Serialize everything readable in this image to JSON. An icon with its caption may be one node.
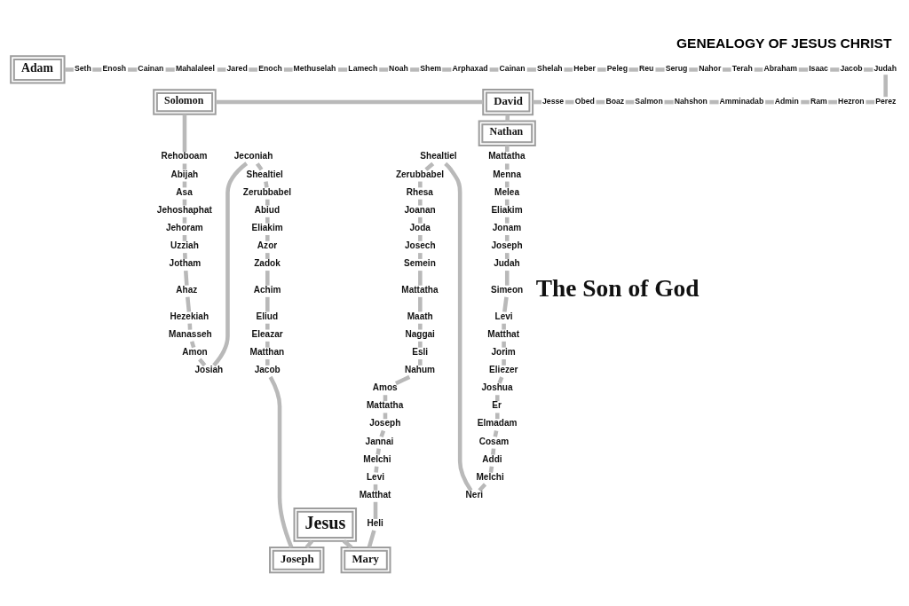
{
  "diagram": {
    "title": "GENEALOGY OF JESUS CHRIST",
    "nodes": [
      {
        "text": [
          "Adam"
        ]
      },
      {
        "text": [
          "Seth"
        ]
      },
      {
        "text": [
          "Enosh"
        ]
      },
      {
        "text": [
          "Cainan"
        ]
      },
      {
        "text": [
          "Mahalaleel"
        ]
      },
      {
        "text": [
          "Jared"
        ]
      },
      {
        "text": [
          "Enoch"
        ]
      },
      {
        "text": [
          "Methuselah"
        ]
      },
      {
        "text": [
          "Lamech"
        ]
      },
      {
        "text": [
          "Noah"
        ]
      },
      {
        "text": [
          "Shem"
        ]
      },
      {
        "text": [
          "Arphaxad"
        ]
      },
      {
        "text": [
          "Cainan"
        ]
      },
      {
        "text": [
          "Shelah"
        ]
      },
      {
        "text": [
          "Heber"
        ]
      },
      {
        "text": [
          "Peleg"
        ]
      },
      {
        "text": [
          "Reu"
        ]
      },
      {
        "text": [
          "Serug"
        ]
      },
      {
        "text": [
          "Nahor"
        ]
      },
      {
        "text": [
          "Terah"
        ]
      },
      {
        "text": [
          "Abraham"
        ]
      },
      {
        "text": [
          "Isaac"
        ]
      },
      {
        "text": [
          "Jacob"
        ]
      },
      {
        "text": [
          "Judah"
        ]
      },
      {
        "text": [
          "David"
        ]
      },
      {
        "text": [
          "Jesse"
        ]
      },
      {
        "text": [
          "Obed"
        ]
      },
      {
        "text": [
          "Boaz"
        ]
      },
      {
        "text": [
          "Salmon"
        ]
      },
      {
        "text": [
          "Nahshon"
        ]
      },
      {
        "text": [
          "Amminadab"
        ]
      },
      {
        "text": [
          "Admin"
        ]
      },
      {
        "text": [
          "Ram"
        ]
      },
      {
        "text": [
          "Hezron"
        ]
      },
      {
        "text": [
          "Perez"
        ]
      },
      {
        "text": [
          "Solomon"
        ]
      },
      {
        "text": [
          "Nathan"
        ]
      },
      {
        "text": [
          "Rehoboam"
        ]
      },
      {
        "text": [
          "Abijah"
        ]
      },
      {
        "text": [
          "Asa"
        ]
      },
      {
        "text": [
          "Jehoshaphat"
        ]
      },
      {
        "text": [
          "Jehoram"
        ]
      },
      {
        "text": [
          "Uzziah"
        ]
      },
      {
        "text": [
          "Jotham"
        ]
      },
      {
        "text": [
          "Ahaz"
        ]
      },
      {
        "text": [
          "Hezekiah"
        ]
      },
      {
        "text": [
          "Manasseh"
        ]
      },
      {
        "text": [
          "Amon"
        ]
      },
      {
        "text": [
          "Josiah"
        ]
      },
      {
        "text": [
          "Jeconiah"
        ]
      },
      {
        "text": [
          "Shealtiel"
        ]
      },
      {
        "text": [
          "Zerubbabel"
        ]
      },
      {
        "text": [
          "Abiud"
        ]
      },
      {
        "text": [
          "Eliakim"
        ]
      },
      {
        "text": [
          "Azor"
        ]
      },
      {
        "text": [
          "Zadok"
        ]
      },
      {
        "text": [
          "Achim"
        ]
      },
      {
        "text": [
          "Eliud"
        ]
      },
      {
        "text": [
          "Eleazar"
        ]
      },
      {
        "text": [
          "Matthan"
        ]
      },
      {
        "text": [
          "Jacob"
        ]
      },
      {
        "text": [
          "Shealtiel"
        ]
      },
      {
        "text": [
          "Zerubbabel"
        ]
      },
      {
        "text": [
          "Rhesa"
        ]
      },
      {
        "text": [
          "Joanan"
        ]
      },
      {
        "text": [
          "Joda"
        ]
      },
      {
        "text": [
          "Josech"
        ]
      },
      {
        "text": [
          "Semein"
        ]
      },
      {
        "text": [
          "Mattatha"
        ]
      },
      {
        "text": [
          "Maath"
        ]
      },
      {
        "text": [
          "Naggai"
        ]
      },
      {
        "text": [
          "Esli"
        ]
      },
      {
        "text": [
          "Nahum"
        ]
      },
      {
        "text": [
          "Amos"
        ]
      },
      {
        "text": [
          "Mattatha"
        ]
      },
      {
        "text": [
          "Joseph"
        ]
      },
      {
        "text": [
          "Jannai"
        ]
      },
      {
        "text": [
          "Melchi"
        ]
      },
      {
        "text": [
          "Levi"
        ]
      },
      {
        "text": [
          "Matthat"
        ]
      },
      {
        "text": [
          "Heli"
        ]
      },
      {
        "text": [
          "Mattatha"
        ]
      },
      {
        "text": [
          "Menna"
        ]
      },
      {
        "text": [
          "Melea"
        ]
      },
      {
        "text": [
          "Eliakim"
        ]
      },
      {
        "text": [
          "Jonam"
        ]
      },
      {
        "text": [
          "Joseph"
        ]
      },
      {
        "text": [
          "Judah"
        ]
      },
      {
        "text": [
          "Simeon"
        ]
      },
      {
        "text": [
          "Levi"
        ]
      },
      {
        "text": [
          "Matthat"
        ]
      },
      {
        "text": [
          "Jorim"
        ]
      },
      {
        "text": [
          "Eliezer"
        ]
      },
      {
        "text": [
          "Joshua"
        ]
      },
      {
        "text": [
          "Er"
        ]
      },
      {
        "text": [
          "Elmadam"
        ]
      },
      {
        "text": [
          "Cosam"
        ]
      },
      {
        "text": [
          "Addi"
        ]
      },
      {
        "text": [
          "Melchi"
        ]
      },
      {
        "text": [
          "Neri"
        ]
      },
      {
        "text": [
          "Jesus"
        ]
      },
      {
        "text": [
          "Joseph"
        ]
      },
      {
        "text": [
          "Mary"
        ]
      }
    ],
    "edges": [
      {
        "from": 0,
        "to": 1,
        "arrow": "none"
      },
      {
        "from": 1,
        "to": 2,
        "arrow": "none"
      },
      {
        "from": 2,
        "to": 3,
        "arrow": "none"
      },
      {
        "from": 3,
        "to": 4,
        "arrow": "none"
      },
      {
        "from": 4,
        "to": 5,
        "arrow": "none"
      },
      {
        "from": 5,
        "to": 6,
        "arrow": "none"
      },
      {
        "from": 6,
        "to": 7,
        "arrow": "none"
      },
      {
        "from": 7,
        "to": 8,
        "arrow": "none"
      },
      {
        "from": 8,
        "to": 9,
        "arrow": "none"
      },
      {
        "from": 9,
        "to": 10,
        "arrow": "none"
      },
      {
        "from": 10,
        "to": 11,
        "arrow": "none"
      },
      {
        "from": 11,
        "to": 12,
        "arrow": "none"
      },
      {
        "from": 12,
        "to": 13,
        "arrow": "none"
      },
      {
        "from": 13,
        "to": 14,
        "arrow": "none"
      },
      {
        "from": 14,
        "to": 15,
        "arrow": "none"
      },
      {
        "from": 15,
        "to": 16,
        "arrow": "none"
      },
      {
        "from": 16,
        "to": 17,
        "arrow": "none"
      },
      {
        "from": 17,
        "to": 18,
        "arrow": "none"
      },
      {
        "from": 18,
        "to": 19,
        "arrow": "none"
      },
      {
        "from": 19,
        "to": 20,
        "arrow": "none"
      },
      {
        "from": 20,
        "to": 21,
        "arrow": "none"
      },
      {
        "from": 21,
        "to": 22,
        "arrow": "none"
      },
      {
        "from": 22,
        "to": 23,
        "arrow": "none"
      },
      {
        "from": 23,
        "to": 34,
        "arrow": "none"
      },
      {
        "from": 24,
        "to": 25,
        "arrow": "none"
      },
      {
        "from": 25,
        "to": 26,
        "arrow": "none"
      },
      {
        "from": 26,
        "to": 27,
        "arrow": "none"
      },
      {
        "from": 27,
        "to": 28,
        "arrow": "none"
      },
      {
        "from": 28,
        "to": 29,
        "arrow": "none"
      },
      {
        "from": 29,
        "to": 30,
        "arrow": "none"
      },
      {
        "from": 30,
        "to": 31,
        "arrow": "none"
      },
      {
        "from": 31,
        "to": 32,
        "arrow": "none"
      },
      {
        "from": 32,
        "to": 33,
        "arrow": "none"
      },
      {
        "from": 33,
        "to": 34,
        "arrow": "none"
      },
      {
        "from": 35,
        "to": 24,
        "arrow": "none"
      },
      {
        "from": 24,
        "to": 36,
        "arrow": "none"
      },
      {
        "from": 35,
        "to": 37,
        "arrow": "none"
      },
      {
        "from": 37,
        "to": 38,
        "arrow": "none"
      },
      {
        "from": 38,
        "to": 39,
        "arrow": "none"
      },
      {
        "from": 39,
        "to": 40,
        "arrow": "none"
      },
      {
        "from": 40,
        "to": 41,
        "arrow": "none"
      },
      {
        "from": 41,
        "to": 42,
        "arrow": "none"
      },
      {
        "from": 42,
        "to": 43,
        "arrow": "none"
      },
      {
        "from": 43,
        "to": 44,
        "arrow": "none"
      },
      {
        "from": 44,
        "to": 45,
        "arrow": "none"
      },
      {
        "from": 45,
        "to": 46,
        "arrow": "none"
      },
      {
        "from": 46,
        "to": 47,
        "arrow": "none"
      },
      {
        "from": 47,
        "to": 48,
        "arrow": "none"
      },
      {
        "from": 49,
        "to": 48,
        "arrow": "none"
      },
      {
        "from": 49,
        "to": 50,
        "arrow": "none"
      },
      {
        "from": 50,
        "to": 51,
        "arrow": "none"
      },
      {
        "from": 51,
        "to": 52,
        "arrow": "none"
      },
      {
        "from": 52,
        "to": 53,
        "arrow": "none"
      },
      {
        "from": 53,
        "to": 54,
        "arrow": "none"
      },
      {
        "from": 54,
        "to": 55,
        "arrow": "none"
      },
      {
        "from": 55,
        "to": 56,
        "arrow": "none"
      },
      {
        "from": 56,
        "to": 57,
        "arrow": "none"
      },
      {
        "from": 57,
        "to": 58,
        "arrow": "none"
      },
      {
        "from": 58,
        "to": 59,
        "arrow": "none"
      },
      {
        "from": 59,
        "to": 60,
        "arrow": "none"
      },
      {
        "from": 60,
        "to": 101,
        "arrow": "none"
      },
      {
        "from": 36,
        "to": 81,
        "arrow": "none"
      },
      {
        "from": 81,
        "to": 82,
        "arrow": "none"
      },
      {
        "from": 82,
        "to": 83,
        "arrow": "none"
      },
      {
        "from": 83,
        "to": 84,
        "arrow": "none"
      },
      {
        "from": 84,
        "to": 85,
        "arrow": "none"
      },
      {
        "from": 85,
        "to": 86,
        "arrow": "none"
      },
      {
        "from": 86,
        "to": 87,
        "arrow": "none"
      },
      {
        "from": 87,
        "to": 88,
        "arrow": "none"
      },
      {
        "from": 88,
        "to": 89,
        "arrow": "none"
      },
      {
        "from": 89,
        "to": 90,
        "arrow": "none"
      },
      {
        "from": 90,
        "to": 91,
        "arrow": "none"
      },
      {
        "from": 91,
        "to": 92,
        "arrow": "none"
      },
      {
        "from": 92,
        "to": 93,
        "arrow": "none"
      },
      {
        "from": 93,
        "to": 94,
        "arrow": "none"
      },
      {
        "from": 94,
        "to": 95,
        "arrow": "none"
      },
      {
        "from": 95,
        "to": 96,
        "arrow": "none"
      },
      {
        "from": 96,
        "to": 97,
        "arrow": "none"
      },
      {
        "from": 97,
        "to": 98,
        "arrow": "none"
      },
      {
        "from": 98,
        "to": 99,
        "arrow": "none"
      },
      {
        "from": 61,
        "to": 62,
        "arrow": "none"
      },
      {
        "from": 61,
        "to": 99,
        "arrow": "none"
      },
      {
        "from": 62,
        "to": 63,
        "arrow": "none"
      },
      {
        "from": 63,
        "to": 64,
        "arrow": "none"
      },
      {
        "from": 64,
        "to": 65,
        "arrow": "none"
      },
      {
        "from": 65,
        "to": 66,
        "arrow": "none"
      },
      {
        "from": 66,
        "to": 67,
        "arrow": "none"
      },
      {
        "from": 67,
        "to": 68,
        "arrow": "none"
      },
      {
        "from": 68,
        "to": 69,
        "arrow": "none"
      },
      {
        "from": 69,
        "to": 70,
        "arrow": "none"
      },
      {
        "from": 70,
        "to": 71,
        "arrow": "none"
      },
      {
        "from": 71,
        "to": 72,
        "arrow": "none"
      },
      {
        "from": 72,
        "to": 73,
        "arrow": "none"
      },
      {
        "from": 73,
        "to": 74,
        "arrow": "none"
      },
      {
        "from": 74,
        "to": 75,
        "arrow": "none"
      },
      {
        "from": 75,
        "to": 76,
        "arrow": "none"
      },
      {
        "from": 76,
        "to": 77,
        "arrow": "none"
      },
      {
        "from": 77,
        "to": 78,
        "arrow": "none"
      },
      {
        "from": 78,
        "to": 79,
        "arrow": "none"
      },
      {
        "from": 79,
        "to": 80,
        "arrow": "none"
      },
      {
        "from": 80,
        "to": 102,
        "arrow": "none"
      },
      {
        "from": 100,
        "to": 101,
        "arrow": "none"
      },
      {
        "from": 100,
        "to": 102,
        "arrow": "none"
      }
    ],
    "labels": [
      "The Son of God"
    ]
  }
}
